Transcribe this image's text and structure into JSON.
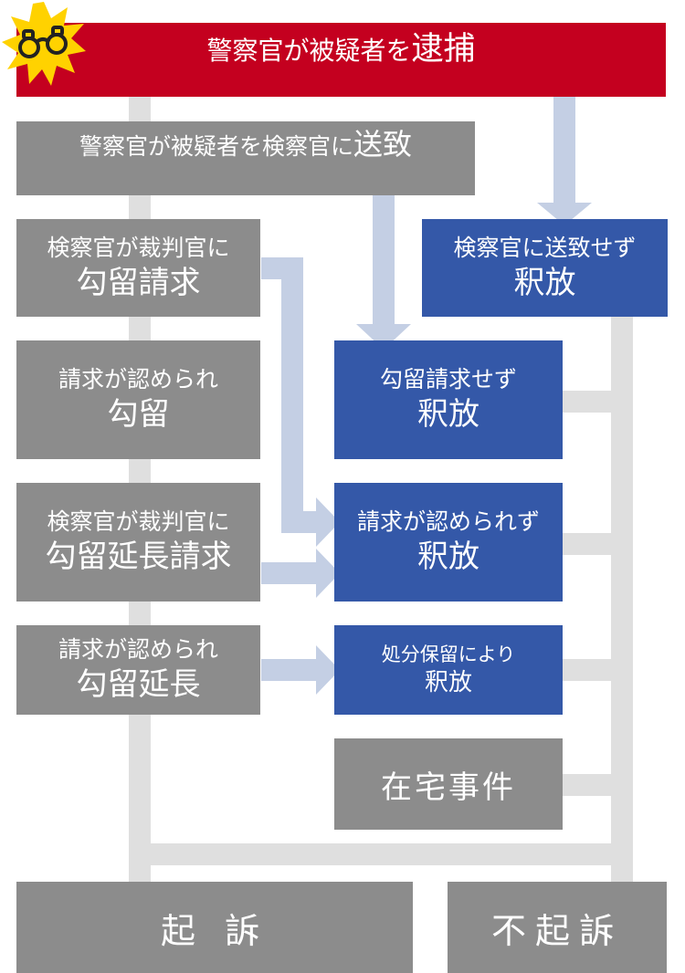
{
  "arrest": {
    "prefix": "警察官が被疑者を",
    "emphasis": "逮捕"
  },
  "referral": {
    "prefix": "警察官が被疑者を検察官に",
    "emphasis": "送致"
  },
  "left": [
    {
      "line1": "検察官が裁判官に",
      "line2": "勾留請求"
    },
    {
      "line1": "請求が認められ",
      "line2": "勾留"
    },
    {
      "line1": "検察官が裁判官に",
      "line2": "勾留延長請求"
    },
    {
      "line1": "請求が認められ",
      "line2": "勾留延長"
    }
  ],
  "right": [
    {
      "line1": "検察官に送致せず",
      "line2": "釈放"
    },
    {
      "line1": "勾留請求せず",
      "line2": "釈放"
    },
    {
      "line1": "請求が認められず",
      "line2": "釈放"
    },
    {
      "line1": "処分保留により",
      "line2": "釈放"
    }
  ],
  "home_case": "在宅事件",
  "outcomes": {
    "prosecution": "起 訴",
    "non_prosecution": "不起訴"
  },
  "colors": {
    "red": "#c4001f",
    "gray": "#8c8c8c",
    "blue": "#3458a8",
    "line": "#dfdfdf",
    "arrow": "#c4cfe4",
    "badge": "#ffd200"
  },
  "icons": {
    "badge": "handcuffs-icon"
  }
}
